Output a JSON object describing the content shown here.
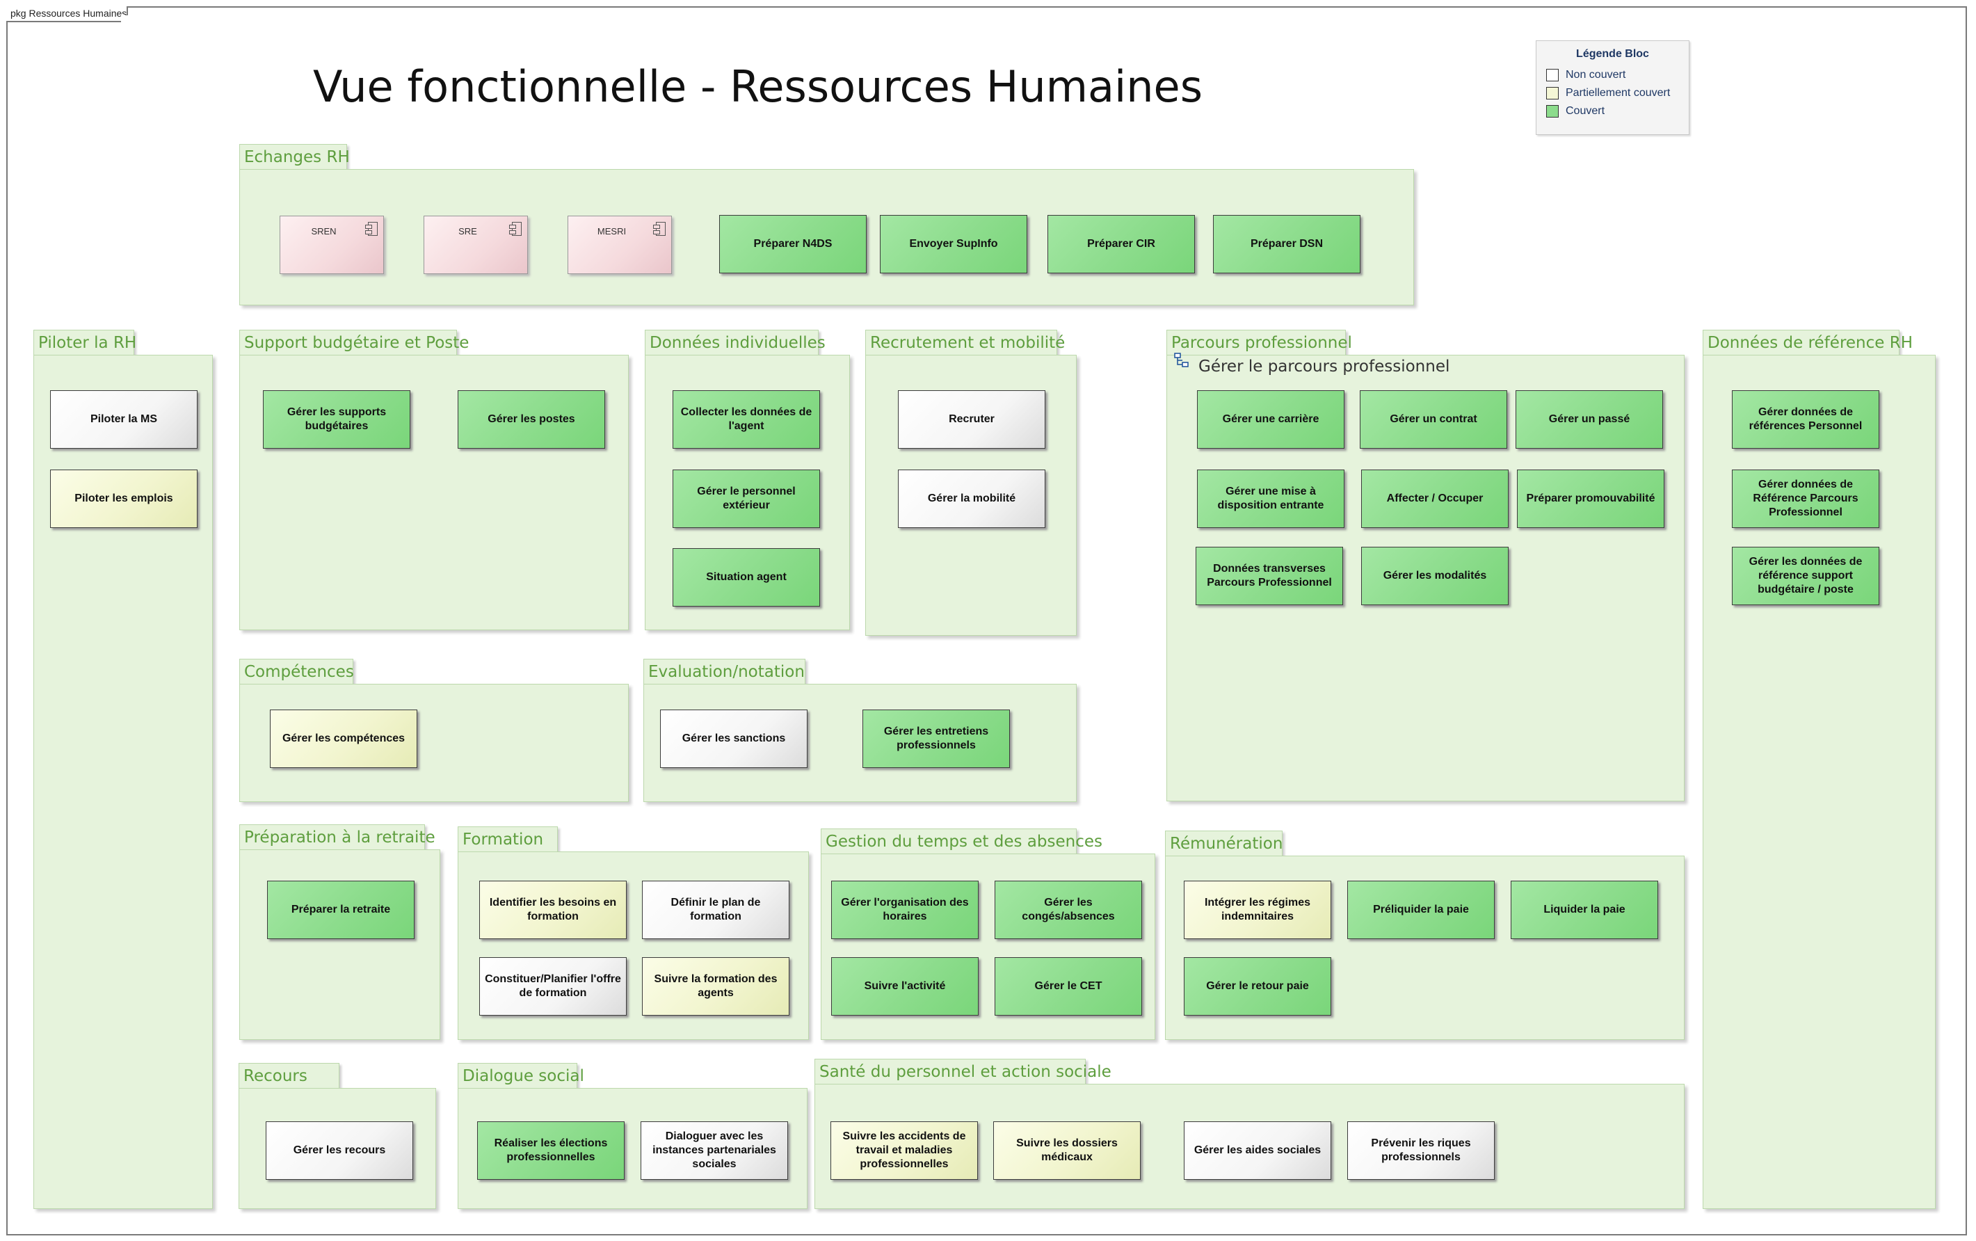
{
  "frame_label": "pkg Ressources Humaines",
  "title": "Vue fonctionnelle - Ressources Humaines",
  "legend": {
    "title": "Légende Bloc",
    "items": [
      {
        "label": "Non couvert",
        "color": "#ffffff"
      },
      {
        "label": "Partiellement couvert",
        "color": "#f5f7d6"
      },
      {
        "label": "Couvert",
        "color": "#8cdc8c"
      }
    ]
  },
  "colors": {
    "covered": "#8cdc8c",
    "partial": "#f2f5cf",
    "not_covered": "#ffffff",
    "package_fill": "#e6f3dc",
    "package_text": "#5e9e3e",
    "external": "#f5dadd"
  },
  "packages": {
    "echanges_rh": {
      "name": "Echanges RH",
      "externals": [
        "SREN",
        "SRE",
        "MESRI"
      ],
      "blocks": [
        "Préparer N4DS",
        "Envoyer SupInfo",
        "Préparer CIR",
        "Préparer DSN"
      ]
    },
    "piloter_rh": {
      "name": "Piloter la RH",
      "blocks": [
        "Piloter la MS",
        "Piloter les emplois"
      ]
    },
    "support_budgetaire": {
      "name": "Support budgétaire et Poste",
      "blocks": [
        "Gérer les supports budgétaires",
        "Gérer les postes"
      ]
    },
    "donnees_individuelles": {
      "name": "Données individuelles",
      "blocks": [
        "Collecter les données de l'agent",
        "Gérer le personnel extérieur",
        "Situation agent"
      ]
    },
    "recrutement": {
      "name": "Recrutement et mobilité",
      "blocks": [
        "Recruter",
        "Gérer la mobilité"
      ]
    },
    "parcours": {
      "name": "Parcours professionnel",
      "subdiagram": "Gérer le parcours professionnel",
      "blocks": [
        "Gérer une carrière",
        "Gérer un contrat",
        "Gérer un passé",
        "Gérer une mise à disposition entrante",
        "Affecter / Occuper",
        "Préparer promouvabilité",
        "Données transverses Parcours Professionnel",
        "Gérer les modalités"
      ]
    },
    "donnees_reference": {
      "name": "Données de référence RH",
      "blocks": [
        "Gérer données de références Personnel",
        "Gérer données de Référence Parcours Professionnel",
        "Gérer les données de référence support budgétaire / poste"
      ]
    },
    "competences": {
      "name": "Compétences",
      "blocks": [
        "Gérer les compétences"
      ]
    },
    "evaluation": {
      "name": "Evaluation/notation",
      "blocks": [
        "Gérer les sanctions",
        "Gérer les entretiens professionnels"
      ]
    },
    "retraite": {
      "name": "Préparation à la retraite",
      "blocks": [
        "Préparer la retraite"
      ]
    },
    "formation": {
      "name": "Formation",
      "blocks": [
        "Identifier les besoins en formation",
        "Définir le plan de formation",
        "Constituer/Planifier l'offre de formation",
        "Suivre la formation des agents"
      ]
    },
    "temps_absences": {
      "name": "Gestion du temps et des absences",
      "blocks": [
        "Gérer l'organisation des horaires",
        "Gérer les congés/absences",
        "Suivre l'activité",
        "Gérer le CET"
      ]
    },
    "remuneration": {
      "name": "Rémunération",
      "blocks": [
        "Intégrer les régimes indemnitaires",
        "Préliquider la paie",
        "Liquider la paie",
        "Gérer le retour paie"
      ]
    },
    "recours": {
      "name": "Recours",
      "blocks": [
        "Gérer les recours"
      ]
    },
    "dialogue_social": {
      "name": "Dialogue social",
      "blocks": [
        "Réaliser les élections professionnelles",
        "Dialoguer avec les instances partenariales sociales"
      ]
    },
    "sante": {
      "name": "Santé du personnel et action sociale",
      "blocks": [
        "Suivre les accidents de travail et maladies professionnelles",
        "Suivre les dossiers médicaux",
        "Gérer les aides sociales",
        "Prévenir les riques professionnels"
      ]
    }
  }
}
